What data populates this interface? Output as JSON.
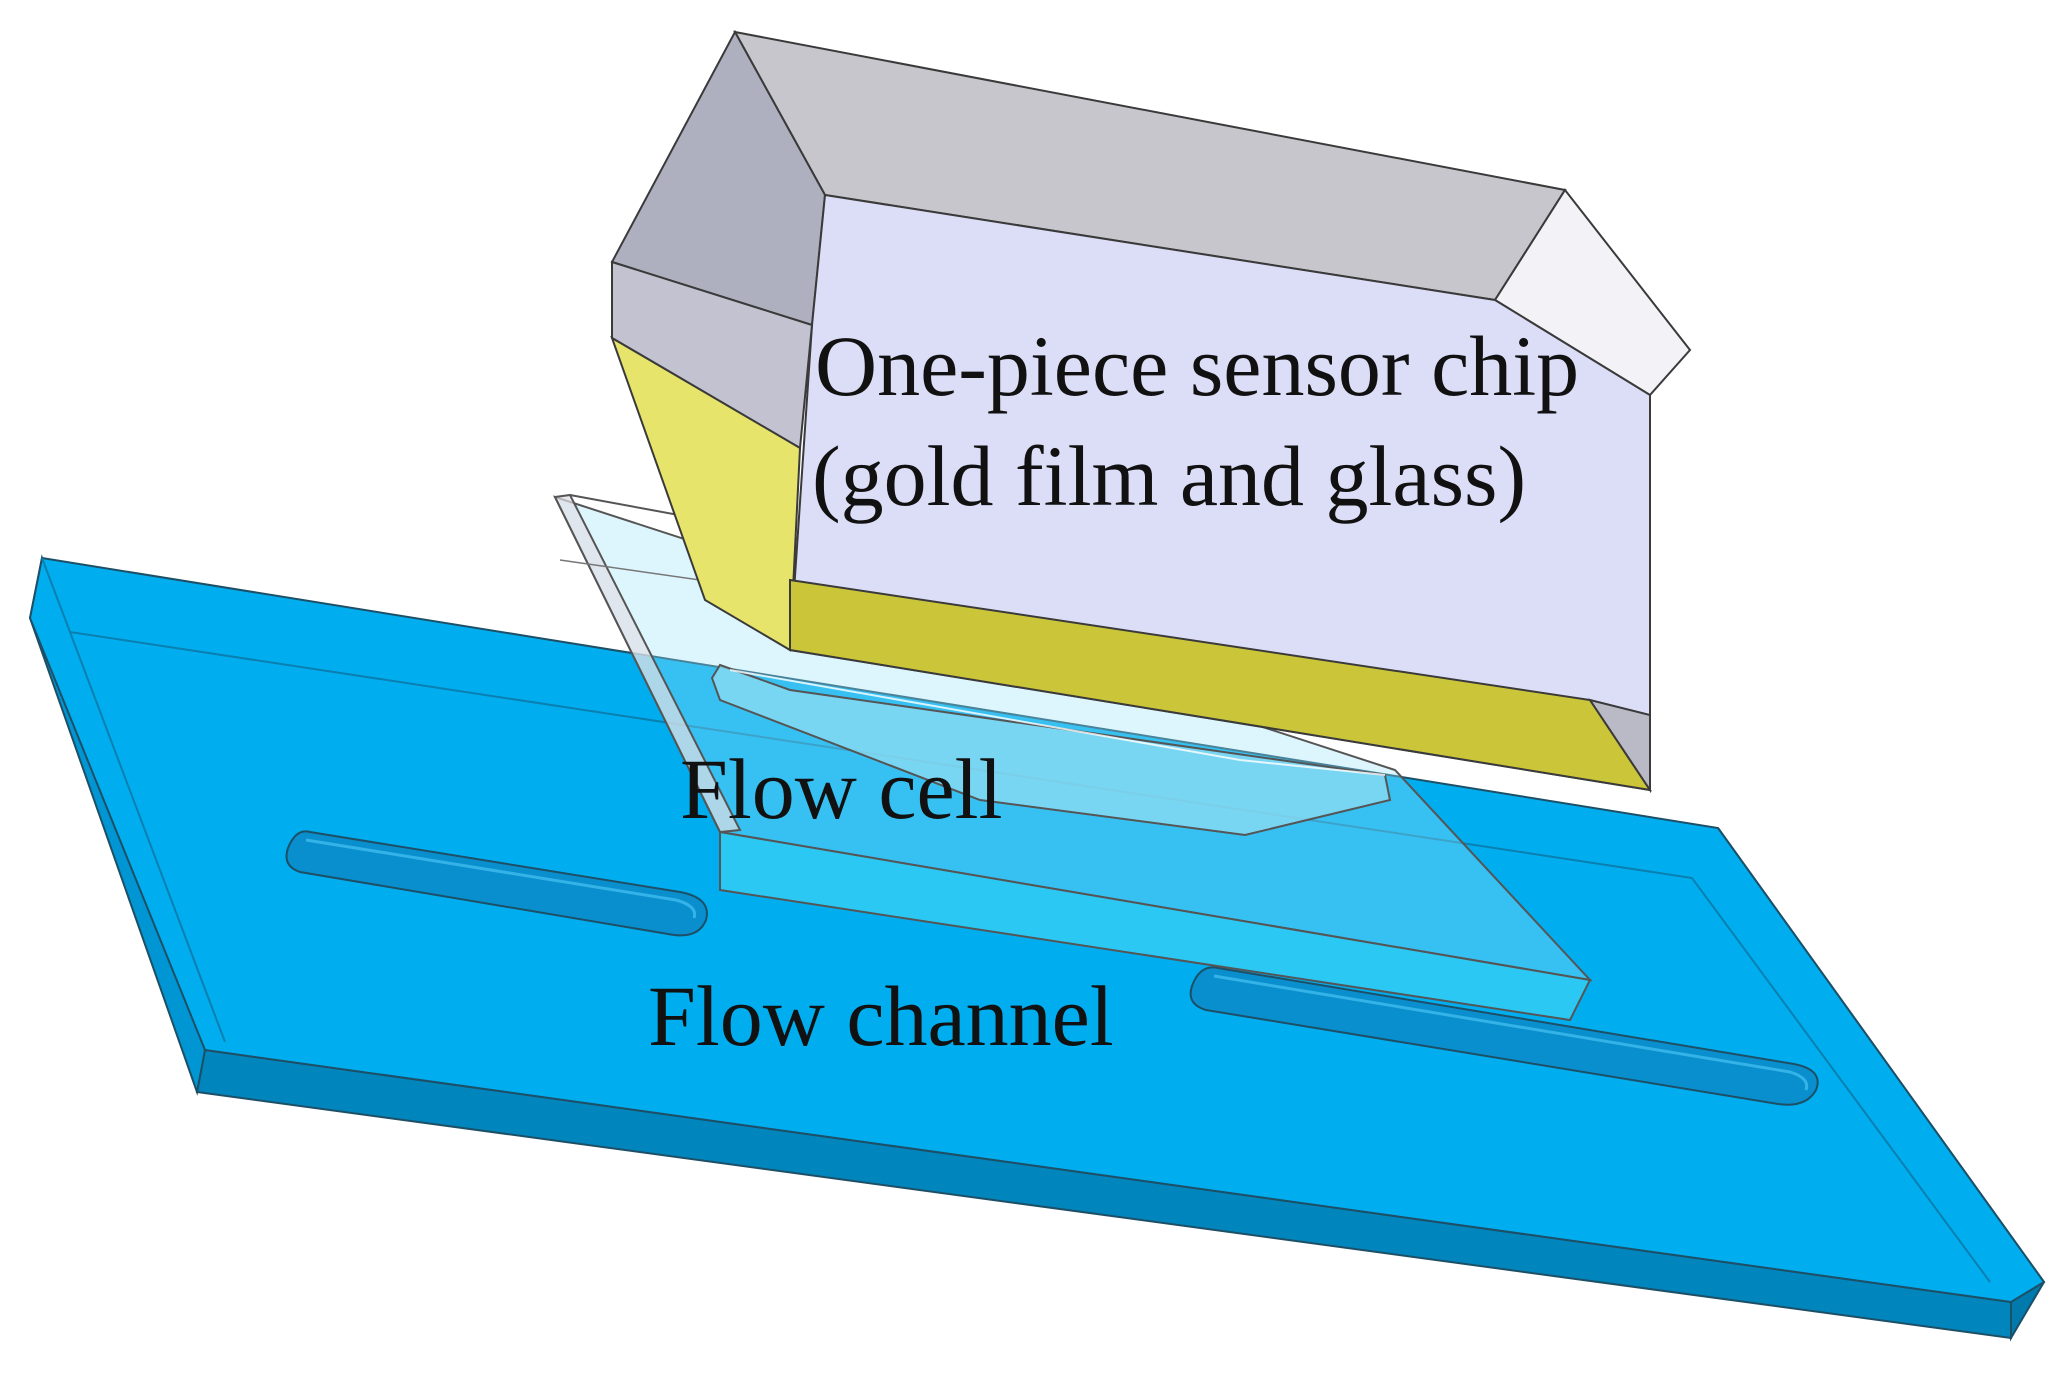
{
  "labels": {
    "sensor_chip_line1": "One-piece sensor chip",
    "sensor_chip_line2": "(gold film and glass)",
    "flow_cell": "Flow cell",
    "flow_channel": "Flow channel"
  },
  "colors": {
    "channel_plate_top": "#00AEEF",
    "channel_plate_side": "#0086BD",
    "channel_slot": "#0A8FCE",
    "flow_cell_fill": "#5FD6F5",
    "prism_front_face": "#DCDDF7",
    "prism_top_face": "#C6C6CC",
    "prism_left_face": "#AEB0C0",
    "gold_film": "#E6E46A",
    "gold_film_bottom": "#CBC53A",
    "outline": "#3A3A3A"
  }
}
